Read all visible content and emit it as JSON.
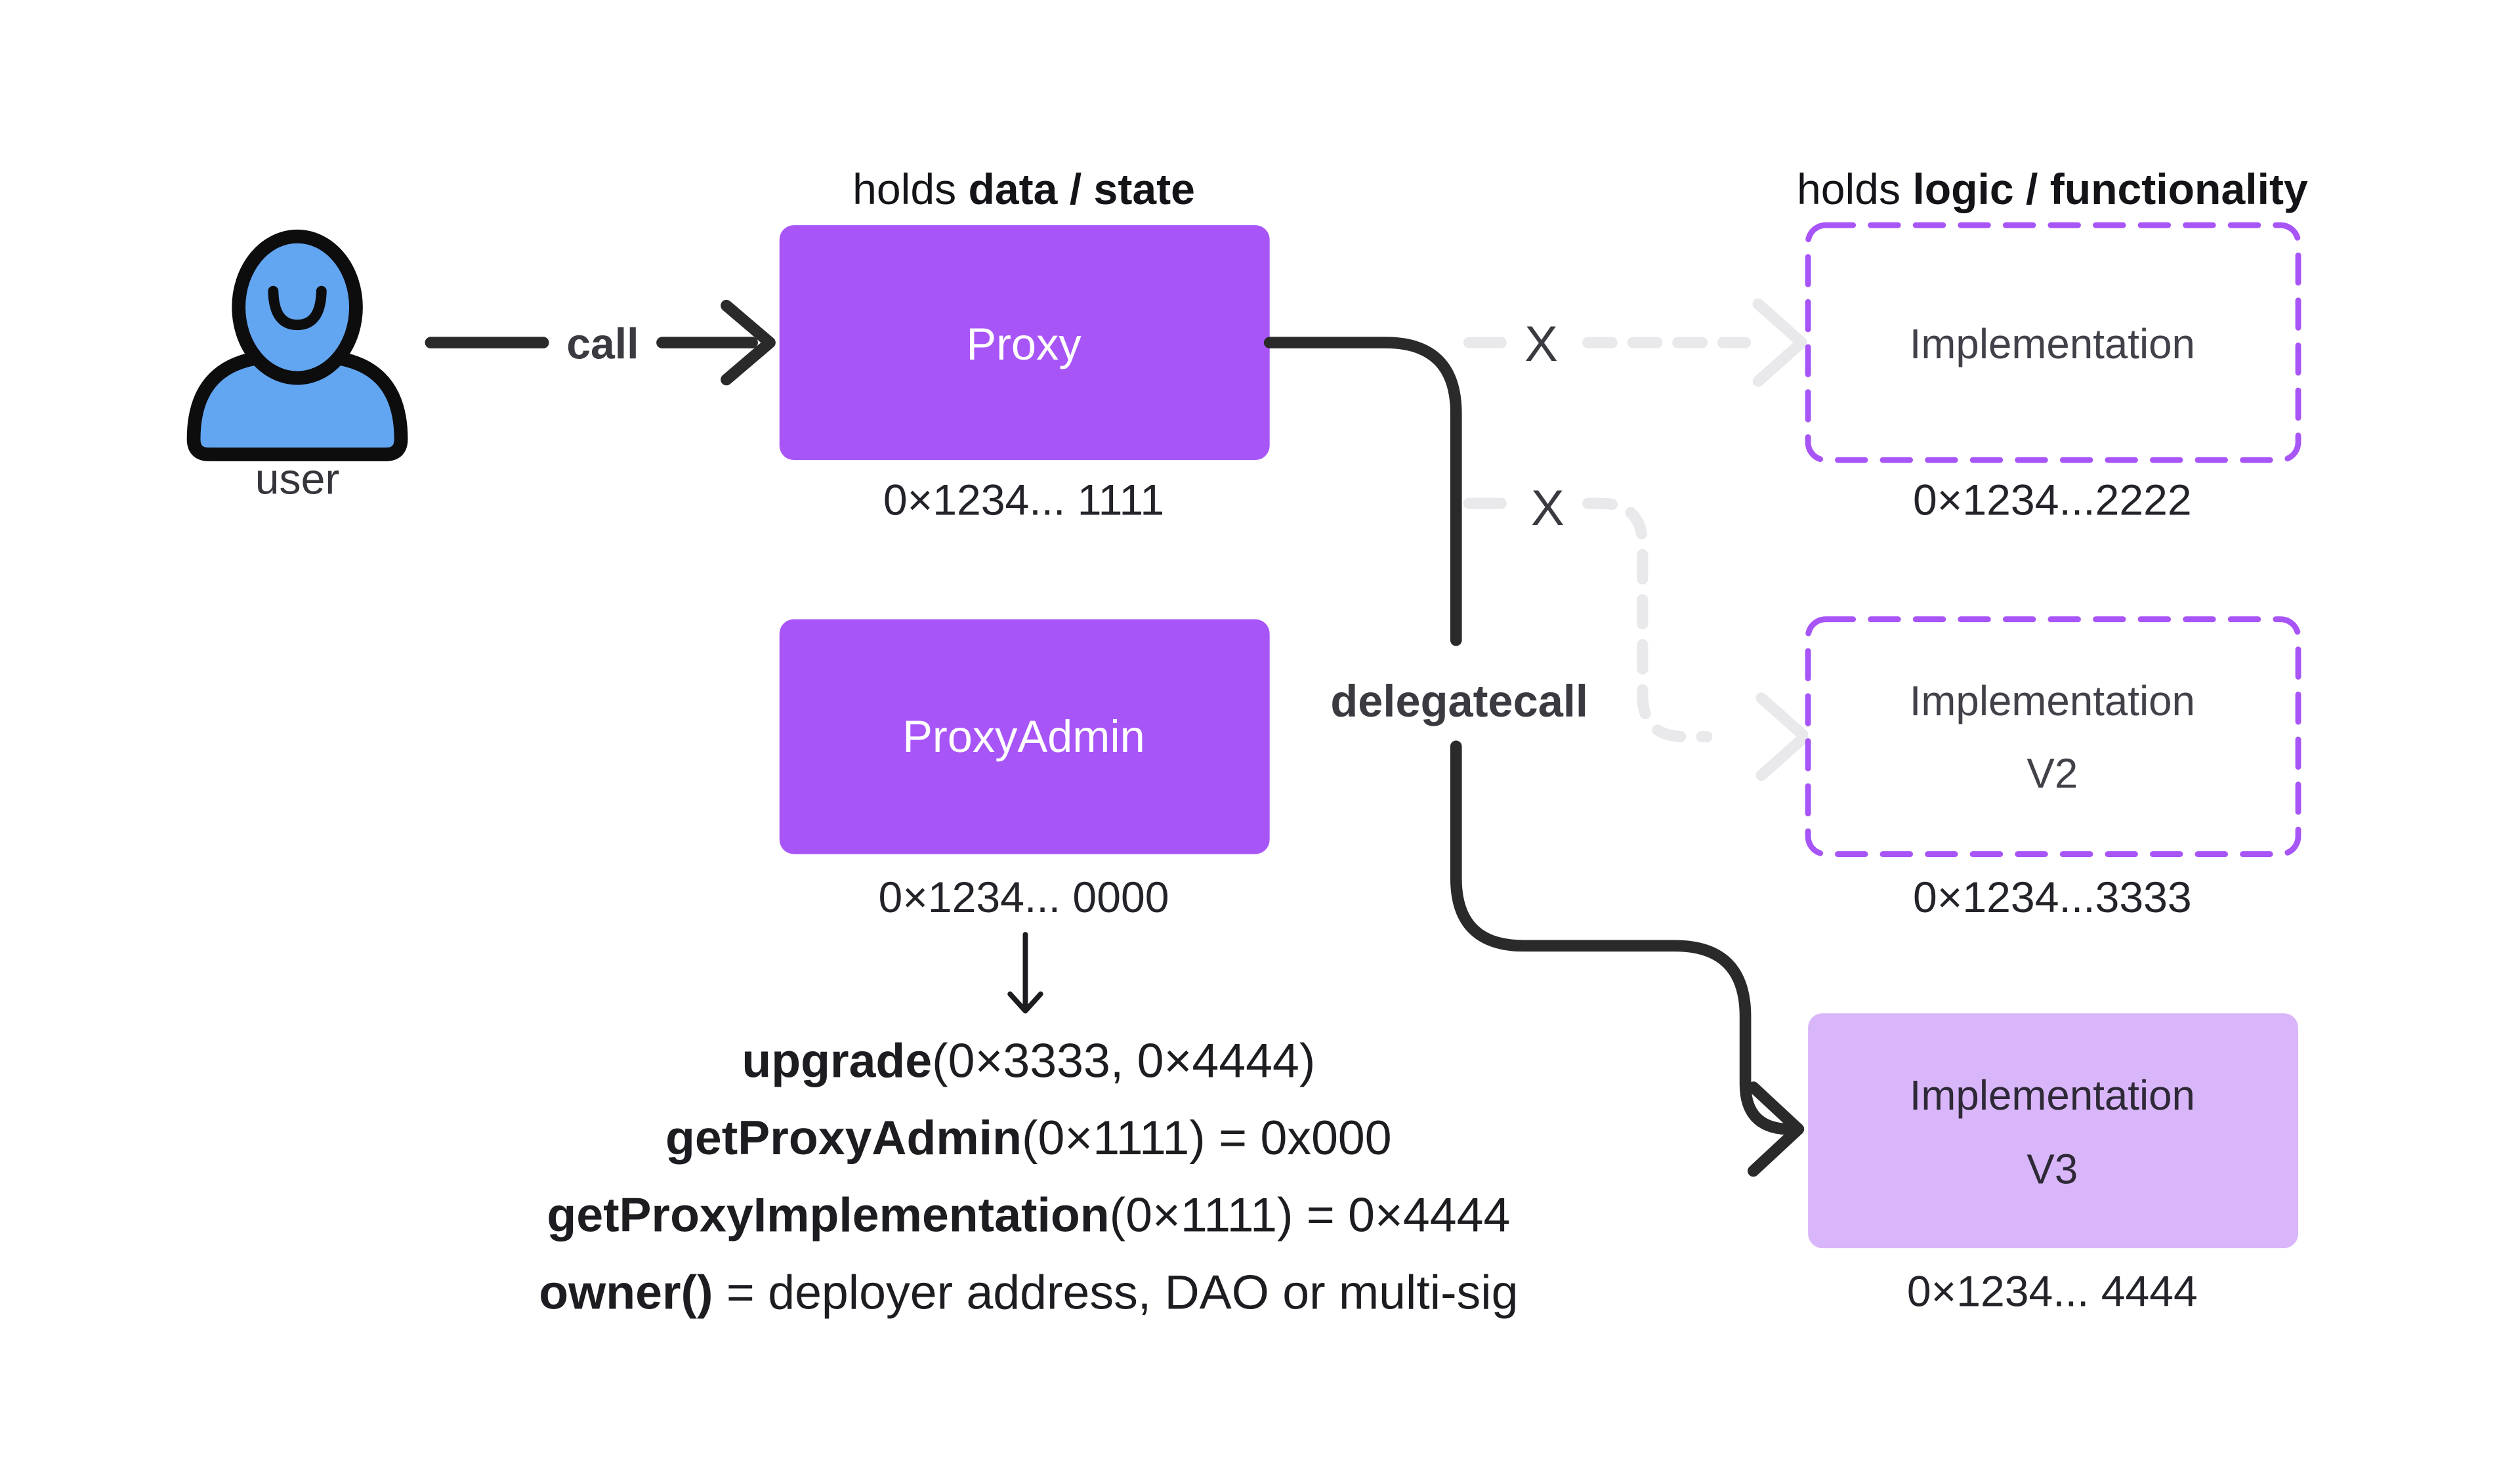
{
  "title": "Proxy upgrade pattern diagram",
  "user": {
    "label": "user"
  },
  "edges": {
    "call_label": "call",
    "delegatecall_label": "delegatecall",
    "blocked_marker": "X"
  },
  "headers": {
    "left_prefix": "holds ",
    "left_bold": "data / state",
    "right_prefix": "holds ",
    "right_bold": "logic / functionality"
  },
  "nodes": {
    "proxy": {
      "label": "Proxy",
      "address": "0×1234... 1111"
    },
    "proxy_admin": {
      "label": "ProxyAdmin",
      "address": "0×1234... 0000"
    },
    "impl_v1": {
      "label": "Implementation",
      "address": "0×1234...2222"
    },
    "impl_v2": {
      "label": "Implementation",
      "version": "V2",
      "address": "0×1234...3333"
    },
    "impl_v3": {
      "label": "Implementation",
      "version": "V3",
      "address": "0×1234... 4444"
    }
  },
  "admin_functions": [
    {
      "name": "upgrade",
      "rest": "(0×3333, 0×4444)"
    },
    {
      "name": "getProxyAdmin",
      "rest": "(0×1111) = 0x000"
    },
    {
      "name": "getProxyImplementation",
      "rest": "(0×1111) = 0×4444"
    },
    {
      "name": "owner()",
      "rest": " = deployer address, DAO or multi-sig"
    }
  ],
  "colors": {
    "purple": "#a855f7",
    "light_purple": "#d9b6f9",
    "purple_border": "#a855f7",
    "blue": "#62a6f2",
    "outline_black": "#0d0d0d",
    "line_dark": "#2a2a2a",
    "dash_gray": "#e9e9ec",
    "text_dark": "#1c1c20",
    "text_gray": "#414149",
    "text_white": "#ffffff"
  }
}
